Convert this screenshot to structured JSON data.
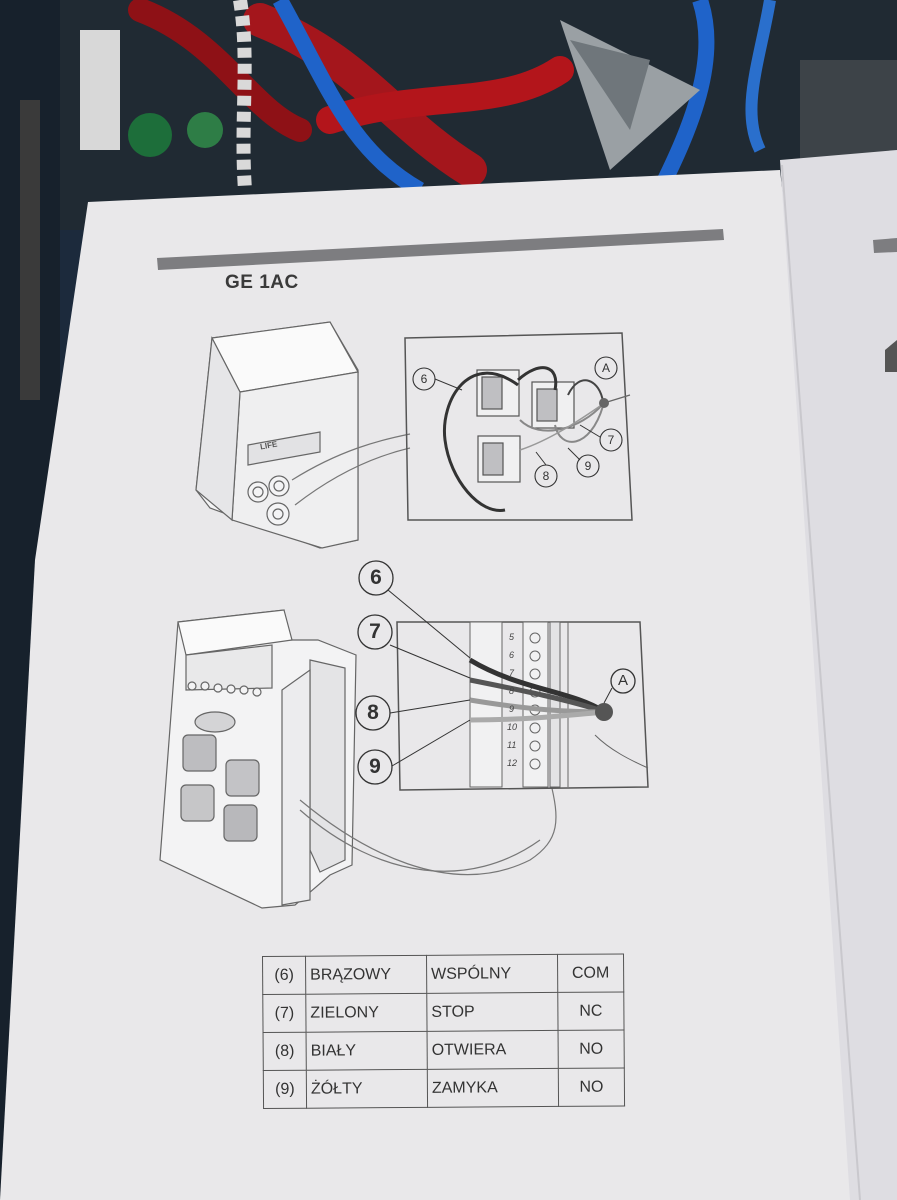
{
  "document": {
    "title": "GE 1AC",
    "device_logo_text": "LIFE"
  },
  "diagram_top": {
    "callouts": [
      "6",
      "7",
      "8",
      "9",
      "A"
    ]
  },
  "diagram_bottom": {
    "callouts": [
      "6",
      "7",
      "8",
      "9",
      "A"
    ],
    "terminal_numbers": [
      "5",
      "6",
      "7",
      "8",
      "9",
      "10",
      "11",
      "12"
    ]
  },
  "wire_table": {
    "rows": [
      {
        "num": "(6)",
        "color": "BRĄZOWY",
        "function": "WSPÓLNY",
        "code": "COM"
      },
      {
        "num": "(7)",
        "color": "ZIELONY",
        "function": "STOP",
        "code": "NC"
      },
      {
        "num": "(8)",
        "color": "BIAŁY",
        "function": "OTWIERA",
        "code": "NO"
      },
      {
        "num": "(9)",
        "color": "ŻÓŁTY",
        "function": "ZAMYKA",
        "code": "NO"
      }
    ]
  }
}
